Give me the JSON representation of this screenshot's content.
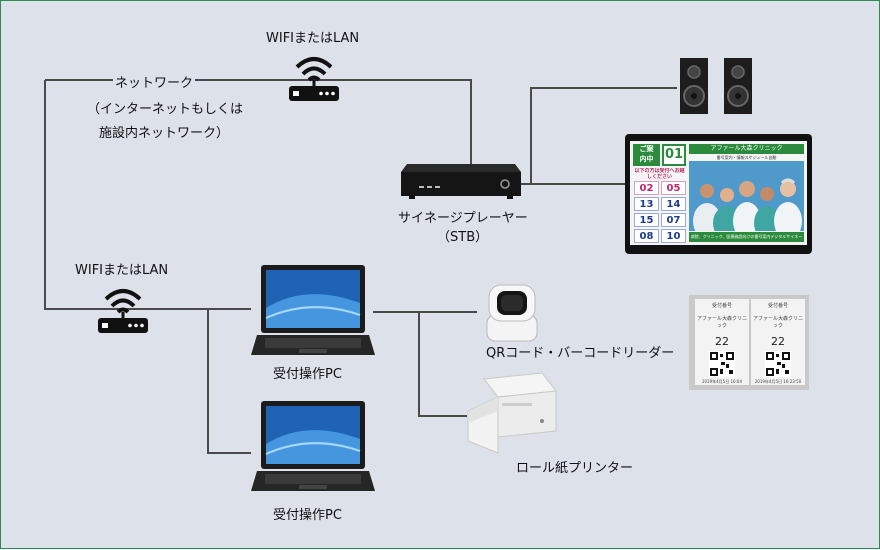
{
  "diagram": {
    "labels": {
      "wifi_top": "WIFIまたはLAN",
      "network_line1": "ネットワーク",
      "network_line2": "（インターネットもしくは",
      "network_line3": "施設内ネットワーク）",
      "stb_line1": "サイネージプレーヤー",
      "stb_line2": "（STB）",
      "wifi_left": "WIFIまたはLAN",
      "pc1": "受付操作PC",
      "pc2": "受付操作PC",
      "qr_reader": "QRコード・バーコードリーダー",
      "printer": "ロール紙プリンター"
    },
    "signage_screen": {
      "guide_line1": "ご案",
      "guide_line2": "内中",
      "current_number": "01",
      "clinic_title": "アファール大森クリニック",
      "subtitle": "番号案内・情報スケジュール自動",
      "message": "以下の方は受付へお越しください",
      "numbers": [
        {
          "value": "02",
          "color": "pink"
        },
        {
          "value": "05",
          "color": "pink"
        },
        {
          "value": "13",
          "color": "blue"
        },
        {
          "value": "14",
          "color": "blue"
        },
        {
          "value": "15",
          "color": "blue"
        },
        {
          "value": "07",
          "color": "blue"
        },
        {
          "value": "08",
          "color": "blue"
        },
        {
          "value": "10",
          "color": "blue"
        }
      ],
      "footer": "病院、クリニック、医療施設向けの番号案内デジタルサイネージをご提案"
    },
    "tickets": [
      {
        "header": "受付番号",
        "clinic": "アファール大森クリニック",
        "number": "22",
        "date": "2019年4月5日 16:04"
      },
      {
        "header": "受付番号",
        "clinic": "アファール大森クリニック",
        "number": "22",
        "date": "2019年4月5日 16:23:50"
      }
    ],
    "colors": {
      "background": "#dde1ea",
      "border": "#2d8a55",
      "wire": "#4a4a4a",
      "signage_green": "#2c8a3c",
      "number_pink": "#c4246a",
      "number_blue": "#1b3c8f"
    }
  }
}
